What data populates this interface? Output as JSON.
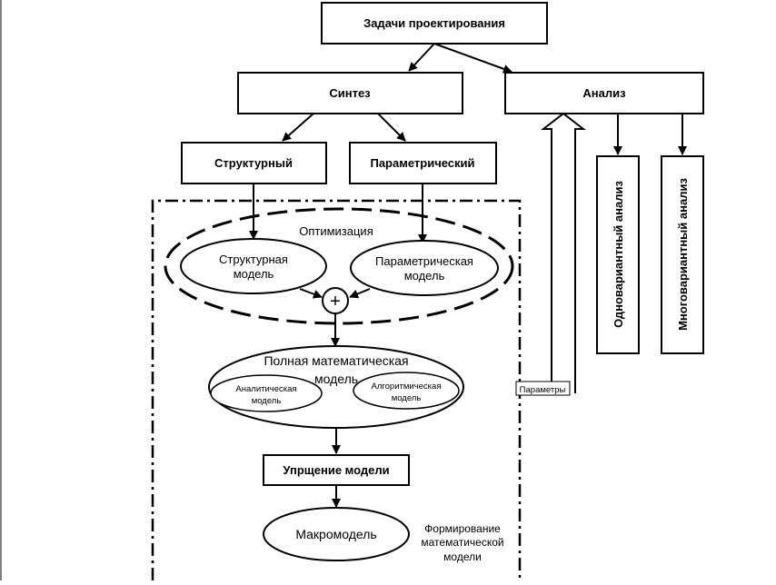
{
  "diagram": {
    "root": "Задачи проектирования",
    "synthesis": "Синтез",
    "analysis": "Анализ",
    "structural": "Структурный",
    "parametric": "Параметрический",
    "optimization": "Оптимизация",
    "structural_model": [
      "Структурная",
      "модель"
    ],
    "parametric_model": [
      "Параметрическая",
      "модель"
    ],
    "combine_symbol": "+",
    "full_model": [
      "Полная математическая",
      "модель"
    ],
    "analytic_model": [
      "Аналитическая",
      "модель"
    ],
    "algorithmic_model": [
      "Алгоритмическая",
      "модель"
    ],
    "simplification": "Упрщение модели",
    "macromodel": "Макромодель",
    "forming_label": [
      "Формирование",
      "математической",
      "модели"
    ],
    "parameters": "Параметры",
    "single_variant": "Одновариантный анализ",
    "multi_variant": "Многовариантный анализ"
  }
}
